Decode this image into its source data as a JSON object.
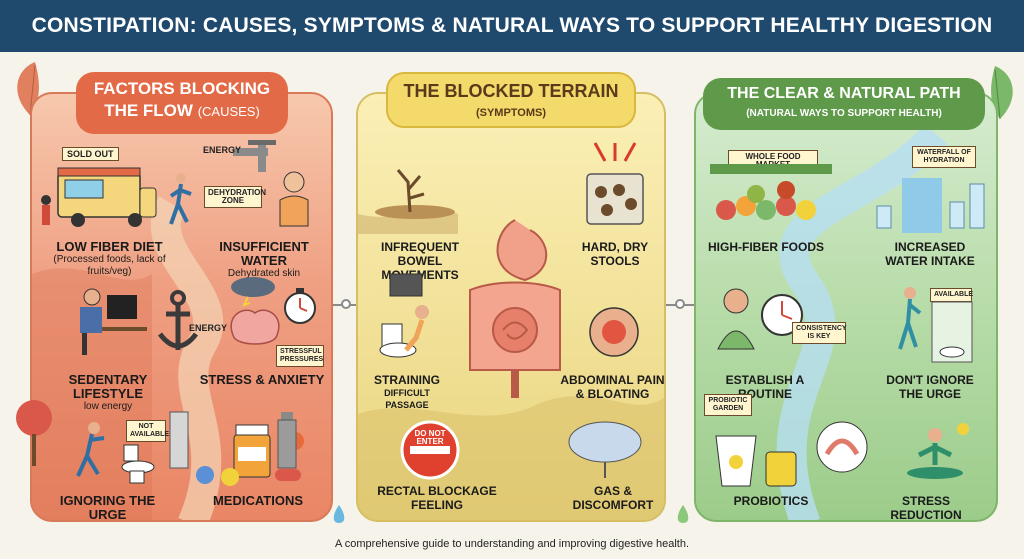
{
  "title": "CONSTIPATION: CAUSES, SYMPTOMS & NATURAL WAYS TO SUPPORT HEALTHY DIGESTION",
  "footer": "A comprehensive guide to understanding and improving digestive health.",
  "causes": {
    "title": "FACTORS BLOCKING THE FLOW",
    "subtitle": "(CAUSES)",
    "items": [
      {
        "label": "LOW FIBER DIET",
        "desc": "(Processed foods, lack of fruits/veg)"
      },
      {
        "label": "INSUFFICIENT WATER",
        "desc": "Dehydrated skin"
      },
      {
        "label": "SEDENTARY LIFESTYLE",
        "desc": "low energy"
      },
      {
        "label": "STRESS & ANXIETY",
        "desc": ""
      },
      {
        "label": "IGNORING THE URGE",
        "desc": ""
      },
      {
        "label": "MEDICATIONS",
        "desc": ""
      }
    ],
    "tags": {
      "sold_out": "SOLD OUT",
      "dehydration": "DEHYDRATION ZONE",
      "energy1": "ENERGY",
      "energy2": "ENERGY",
      "stressful": "STRESSFUL PRESSURES",
      "not_available": "NOT AVAILABLE"
    }
  },
  "symptoms": {
    "title": "THE BLOCKED TERRAIN",
    "subtitle": "(SYMPTOMS)",
    "items": [
      {
        "label": "INFREQUENT BOWEL MOVEMENTS",
        "desc": ""
      },
      {
        "label": "HARD, DRY STOOLS",
        "desc": ""
      },
      {
        "label": "STRAINING",
        "desc": "DIFFICULT PASSAGE"
      },
      {
        "label": "ABDOMINAL PAIN & BLOATING",
        "desc": ""
      },
      {
        "label": "RECTAL BLOCKAGE FEELING",
        "desc": ""
      },
      {
        "label": "GAS & DISCOMFORT",
        "desc": ""
      }
    ],
    "tags": {
      "do_not_enter": "DO NOT ENTER"
    }
  },
  "remedies": {
    "title": "THE CLEAR & NATURAL PATH",
    "subtitle": "(NATURAL WAYS TO SUPPORT HEALTH)",
    "items": [
      {
        "label": "HIGH-FIBER FOODS",
        "desc": ""
      },
      {
        "label": "INCREASED WATER INTAKE",
        "desc": ""
      },
      {
        "label": "ESTABLISH A ROUTINE",
        "desc": ""
      },
      {
        "label": "DON'T IGNORE THE URGE",
        "desc": ""
      },
      {
        "label": "PROBIOTICS",
        "desc": ""
      },
      {
        "label": "STRESS REDUCTION",
        "desc": ""
      }
    ],
    "tags": {
      "market": "WHOLE FOOD MARKET",
      "waterfall": "WATERFALL OF HYDRATION",
      "consistency": "CONSISTENCY IS KEY",
      "available": "AVAILABLE",
      "garden": "PROBIOTIC GARDEN"
    }
  },
  "colors": {
    "header": "#1f4a6e",
    "causes": "#e36a47",
    "symptoms": "#f4d96b",
    "remedies": "#5e9a4a"
  }
}
